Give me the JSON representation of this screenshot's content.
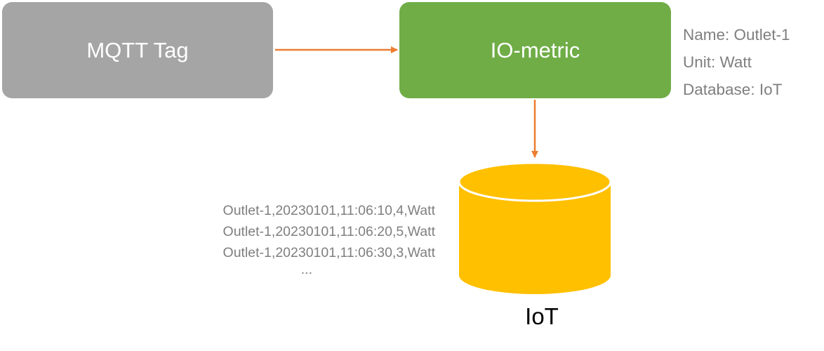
{
  "nodes": {
    "mqtt_tag": {
      "label": "MQTT Tag"
    },
    "io_metric": {
      "label": "IO-metric"
    }
  },
  "io_metric_info": {
    "name": "Name: Outlet-1",
    "unit": "Unit: Watt",
    "database": "Database: IoT"
  },
  "database": {
    "label": "IoT"
  },
  "records": [
    "Outlet-1,20230101,11:06:10,4,Watt",
    "Outlet-1,20230101,11:06:20,5,Watt",
    "Outlet-1,20230101,11:06:30,3,Watt",
    "..."
  ],
  "colors": {
    "mqtt_fill": "#a5a5a5",
    "io_metric_fill": "#70ad47",
    "database_fill": "#ffc000",
    "arrow": "#ed7d31",
    "annotation_text": "#7f7f7f"
  }
}
